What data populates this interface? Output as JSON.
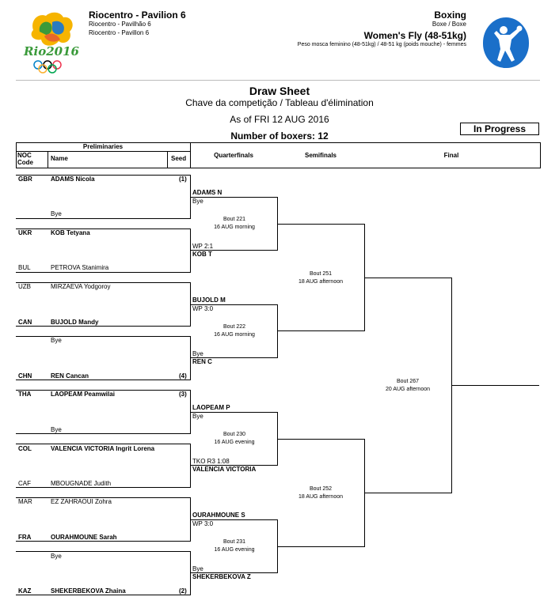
{
  "header": {
    "venue": "Riocentro - Pavilion 6",
    "venue_pt": "Riocentro - Pavilhão 6",
    "venue_fr": "Riocentro - Pavillon 6",
    "sport": "Boxing",
    "sport_alt": "Boxe / Boxe",
    "event": "Women's Fly (48-51kg)",
    "event_alt": "Peso mosca feminino (48-51kg) / 48-51 kg (poids mouche) - femmes",
    "logo_text": "Rio2016"
  },
  "doc": {
    "title": "Draw Sheet",
    "subtitle": "Chave da competição / Tableau d'élimination",
    "as_of": "As of FRI 12 AUG 2016",
    "boxers": "Number of boxers: 12",
    "status": "In Progress"
  },
  "columns": {
    "preliminaries": "Preliminaries",
    "noc_code": "NOC Code",
    "name": "Name",
    "seed": "Seed",
    "quarterfinals": "Quarterfinals",
    "semifinals": "Semifinals",
    "final": "Final"
  },
  "entries": [
    {
      "noc": "GBR",
      "name": "ADAMS Nicola",
      "seed": "(1)",
      "bold": true
    },
    {
      "noc": "",
      "name": "Bye",
      "seed": "",
      "bold": false
    },
    {
      "noc": "UKR",
      "name": "KOB Tetyana",
      "seed": "",
      "bold": true
    },
    {
      "noc": "BUL",
      "name": "PETROVA Stanimira",
      "seed": "",
      "bold": false
    },
    {
      "noc": "UZB",
      "name": "MIRZAEVA Yodgoroy",
      "seed": "",
      "bold": false
    },
    {
      "noc": "CAN",
      "name": "BUJOLD Mandy",
      "seed": "",
      "bold": true
    },
    {
      "noc": "",
      "name": "Bye",
      "seed": "",
      "bold": false
    },
    {
      "noc": "CHN",
      "name": "REN Cancan",
      "seed": "(4)",
      "bold": true
    },
    {
      "noc": "THA",
      "name": "LAOPEAM Peamwilai",
      "seed": "(3)",
      "bold": true
    },
    {
      "noc": "",
      "name": "Bye",
      "seed": "",
      "bold": false
    },
    {
      "noc": "COL",
      "name": "VALENCIA VICTORIA Ingrit Lorena",
      "seed": "",
      "bold": true
    },
    {
      "noc": "CAF",
      "name": "MBOUGNADE Judith",
      "seed": "",
      "bold": false
    },
    {
      "noc": "MAR",
      "name": "EZ ZAHRAOUI Zohra",
      "seed": "",
      "bold": false
    },
    {
      "noc": "FRA",
      "name": "OURAHMOUNE Sarah",
      "seed": "",
      "bold": true
    },
    {
      "noc": "",
      "name": "Bye",
      "seed": "",
      "bold": false
    },
    {
      "noc": "KAZ",
      "name": "SHEKERBEKOVA Zhaina",
      "seed": "(2)",
      "bold": true
    }
  ],
  "quarterfinals": [
    {
      "top_name": "ADAMS N",
      "top_result": "Bye",
      "bout": "Bout 221",
      "time": "16 AUG morning",
      "bottom_result": "WP 2:1",
      "bottom_name": "KOB T"
    },
    {
      "top_name": "BUJOLD M",
      "top_result": "WP 3:0",
      "bout": "Bout 222",
      "time": "16 AUG morning",
      "bottom_result": "Bye",
      "bottom_name": "REN C"
    },
    {
      "top_name": "LAOPEAM P",
      "top_result": "Bye",
      "bout": "Bout 230",
      "time": "16 AUG evening",
      "bottom_result": "TKO R3 1:08",
      "bottom_name": "VALENCIA VICTORIA"
    },
    {
      "top_name": "OURAHMOUNE S",
      "top_result": "WP 3:0",
      "bout": "Bout 231",
      "time": "16 AUG evening",
      "bottom_result": "Bye",
      "bottom_name": "SHEKERBEKOVA Z"
    }
  ],
  "semifinals": [
    {
      "bout": "Bout 251",
      "time": "18 AUG afternoon"
    },
    {
      "bout": "Bout 252",
      "time": "18 AUG afternoon"
    }
  ],
  "final": {
    "bout": "Bout 267",
    "time": "20 AUG afternoon"
  }
}
